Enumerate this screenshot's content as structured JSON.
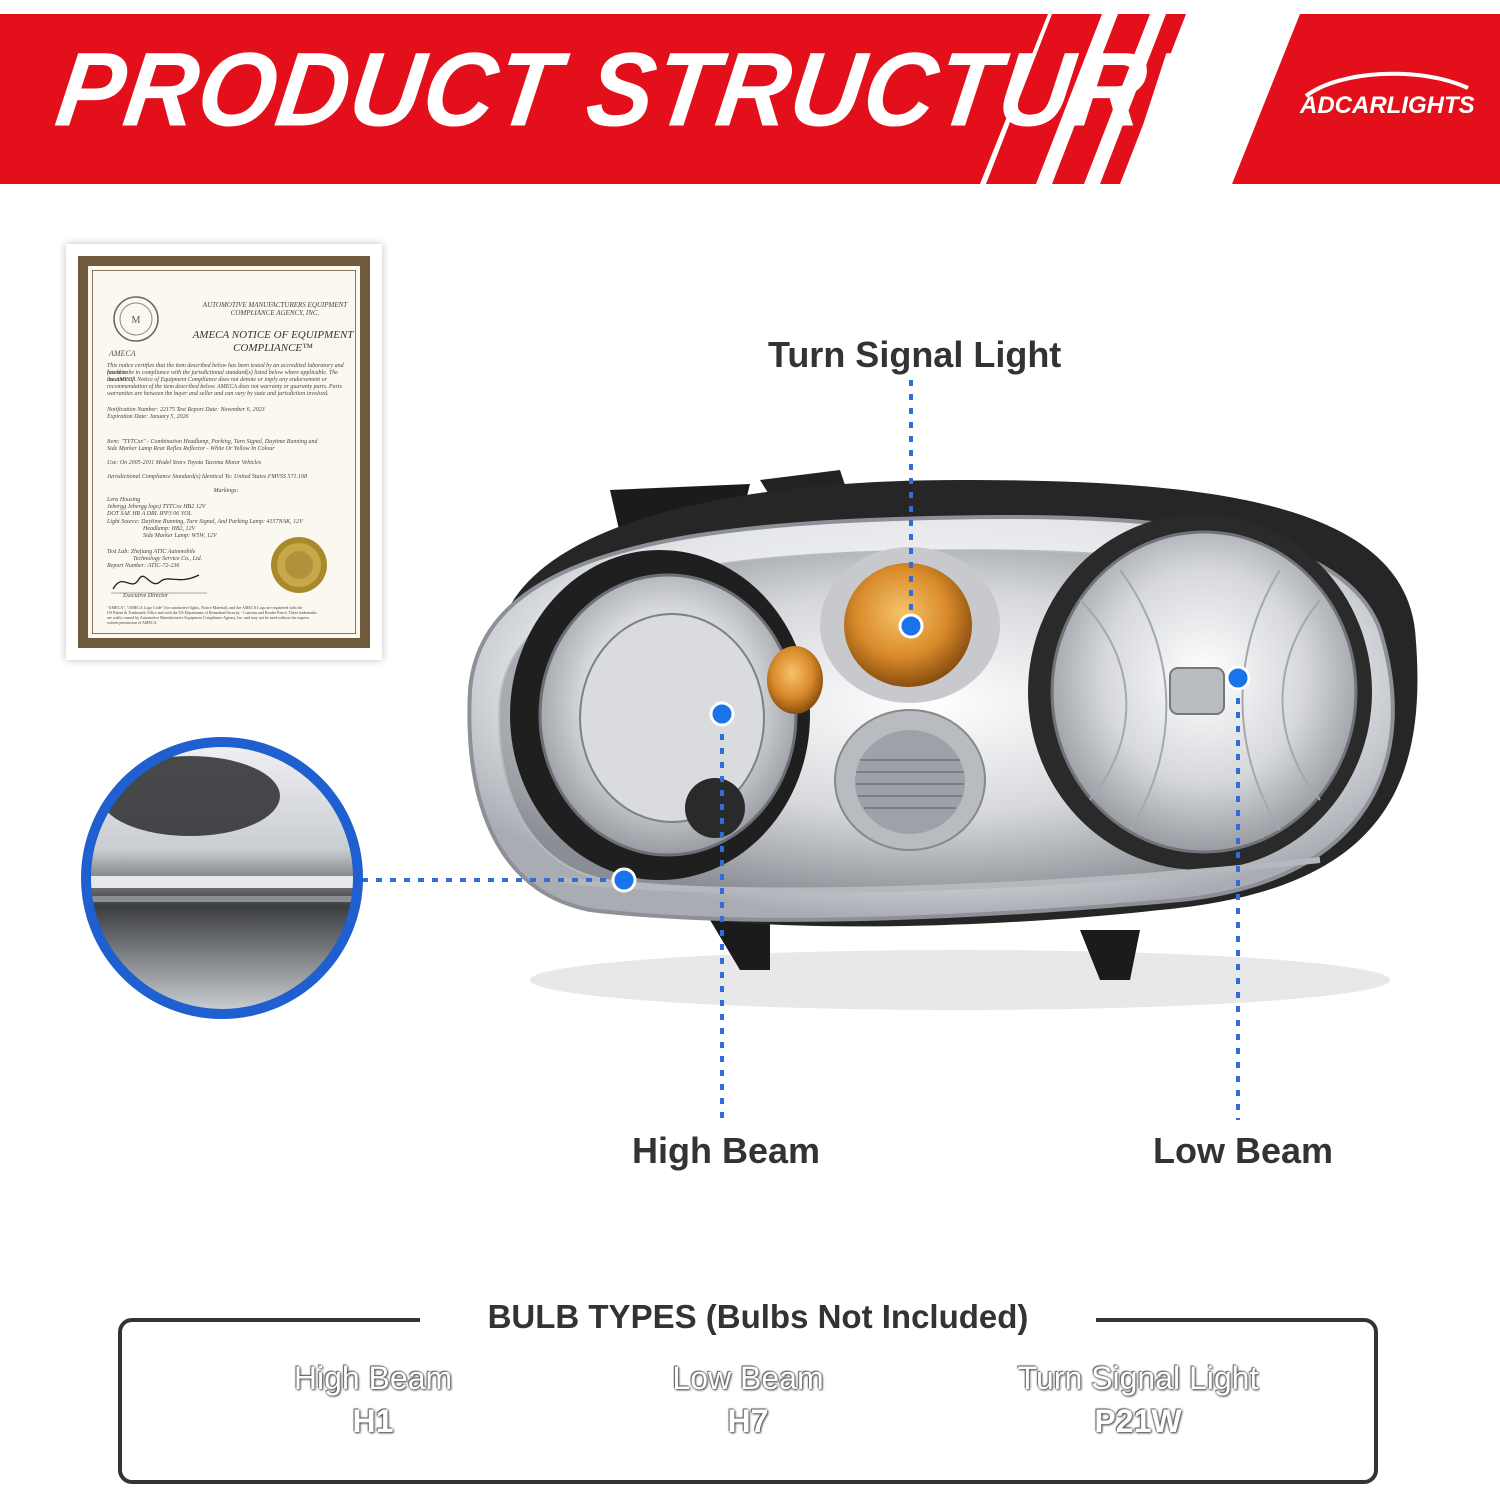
{
  "banner": {
    "title": "PRODUCT STRUCTURE",
    "brand": "ADCARLIGHTS",
    "color": "#e3101b"
  },
  "certificate": {
    "org": "AUTOMOTIVE MANUFACTURERS EQUIPMENT COMPLIANCE AGENCY, INC.",
    "title": "AMECA NOTICE OF EQUIPMENT COMPLIANCE™",
    "logo_text": "AMECA",
    "lines": [
      "This notice certifies that the item described below has been tested by an accredited laboratory and has been",
      "found to be in compliance with the jurisdictional standard(s) listed below where applicable. The issuance of",
      "the AMECA Notice of Equipment Compliance does not denote or imply any endorsement or",
      "recommendation of the item described below. AMECA does not warranty or guaranty parts. Parts",
      "warranties are between the buyer and seller and can vary by state and jurisdiction involved.",
      "Notification Number: 22175          Test Report Date: November 6, 2023",
      "                                     Expiration Date: January 5, 2026",
      "Item: \"TYTCxx\" - Combination Headlamp, Parking, Turn Signal, Daytime Running and",
      "Side Marker Lamp Rear Reflex Reflector - White Or Yellow In Colour",
      "Use: On 2005-2011 Model Years Toyota Tacoma Motor Vehicles",
      "Jurisdictional Compliance Standard(s) Identical To:  United States FMVSS 571.108",
      "Markings:",
      "Lens                                   Housing",
      "Jebergg Jebergg logo) TYTCxx HB2            12V",
      "DOT SAE HR A DRL IPP3 06 YOL",
      "Light Source: Daytime Running, Turn Signal, And Parking Lamp: 4157NAK, 12V",
      "Headlamp: HB2, 12V",
      "Side Marker Lamp: W5W, 12V",
      "Test Lab: Zhejiang ATIC Automobile",
      "Technology Service Co., Ltd.",
      "Report Number: ATIC-72-236",
      "Executive Director",
      "\"AMECA\", \"AMECA Logo Code\" (for automotive lights, Notice Material), and the AMECA Logo are registered with the",
      "US Patent & Trademark Office and with the US Department of Homeland Security - Customs and Border Patrol. These trademarks",
      "are solely owned by Automotive Manufacturers Equipment Compliance Agency, Inc. and may not be used without the express",
      "written permission of AMECA."
    ]
  },
  "callouts": {
    "turn_signal": "Turn Signal Light",
    "high_beam": "High Beam",
    "low_beam": "Low Beam",
    "dot_color": "#1a73e8"
  },
  "bulb_types": {
    "title": "BULB TYPES (Bulbs Not Included)",
    "items": [
      {
        "name": "High Beam",
        "type": "H1"
      },
      {
        "name": "Low Beam",
        "type": "H7"
      },
      {
        "name": "Turn Signal Light",
        "type": "P21W"
      }
    ]
  }
}
